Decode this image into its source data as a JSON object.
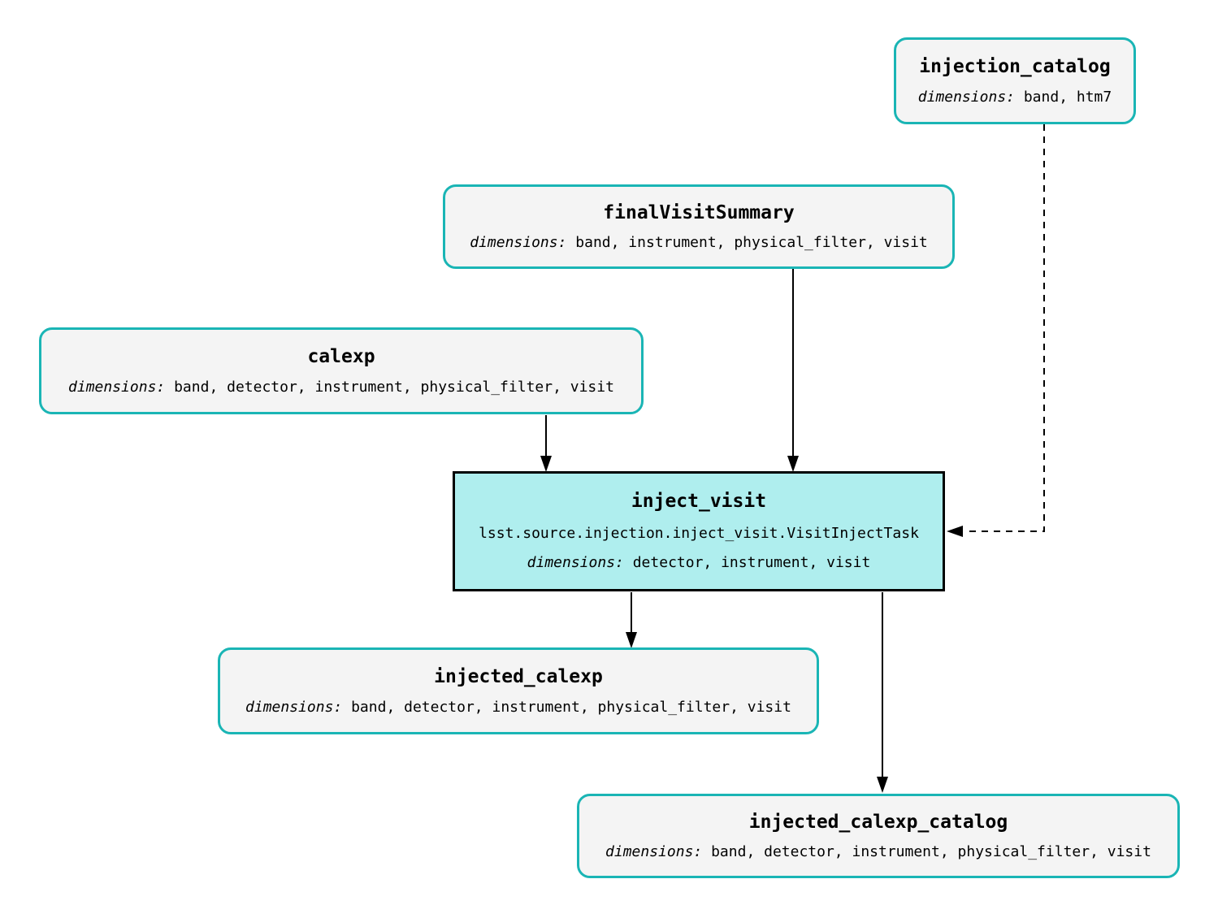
{
  "diagram": {
    "type": "pipeline-dataflow-graph",
    "colors": {
      "background": "#ffffff",
      "dataset_border": "#1ab5b5",
      "dataset_fill": "#f4f4f4",
      "task_border": "#000000",
      "task_fill": "#afeeee",
      "edge": "#000000",
      "text": "#000000"
    },
    "nodes": {
      "injection_catalog": {
        "title": "injection_catalog",
        "dimensions_label": "dimensions:",
        "dimensions": "band, htm7"
      },
      "finalVisitSummary": {
        "title": "finalVisitSummary",
        "dimensions_label": "dimensions:",
        "dimensions": "band, instrument, physical_filter, visit"
      },
      "calexp": {
        "title": "calexp",
        "dimensions_label": "dimensions:",
        "dimensions": "band, detector, instrument, physical_filter, visit"
      },
      "inject_visit": {
        "title": "inject_visit",
        "task_class": "lsst.source.injection.inject_visit.VisitInjectTask",
        "dimensions_label": "dimensions:",
        "dimensions": "detector, instrument, visit"
      },
      "injected_calexp": {
        "title": "injected_calexp",
        "dimensions_label": "dimensions:",
        "dimensions": "band, detector, instrument, physical_filter, visit"
      },
      "injected_calexp_catalog": {
        "title": "injected_calexp_catalog",
        "dimensions_label": "dimensions:",
        "dimensions": "band, detector, instrument, physical_filter, visit"
      }
    },
    "edges": [
      {
        "from": "calexp",
        "to": "inject_visit",
        "style": "solid"
      },
      {
        "from": "finalVisitSummary",
        "to": "inject_visit",
        "style": "solid"
      },
      {
        "from": "injection_catalog",
        "to": "inject_visit",
        "style": "dashed"
      },
      {
        "from": "inject_visit",
        "to": "injected_calexp",
        "style": "solid"
      },
      {
        "from": "inject_visit",
        "to": "injected_calexp_catalog",
        "style": "solid"
      }
    ]
  }
}
